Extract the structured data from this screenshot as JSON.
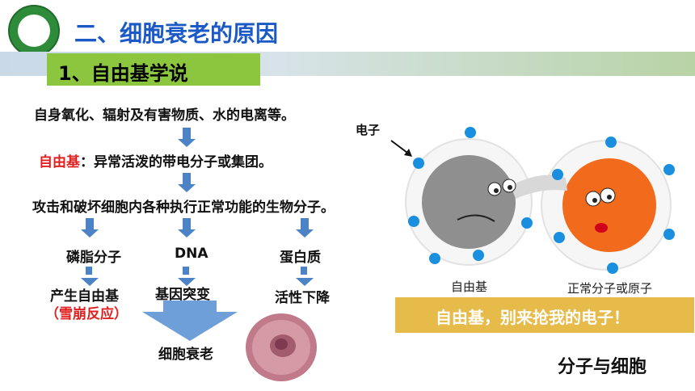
{
  "header": {
    "title": "二、细胞衰老的原因"
  },
  "subheading": "1、自由基学说",
  "flow": {
    "line1": "自身氧化、辐射及有害物质、水的电离等。",
    "line2_term": "自由基",
    "line2_rest": "：异常活泼的带电分子或集团。",
    "line3": "攻击和破坏细胞内各种执行正常功能的生物分子。",
    "targets": [
      "磷脂分子",
      "DNA",
      "蛋白质"
    ],
    "results": [
      "产生自由基",
      "基因突变",
      "活性下降"
    ],
    "note": "（雪崩反应）",
    "outcome": "细胞衰老"
  },
  "illustration": {
    "electron_label": "电子",
    "left_label": "自由基",
    "right_label": "正常分子或原子",
    "banner": "自由基，别来抢我的电子！",
    "credit": "分子与细胞"
  },
  "colors": {
    "title": "#1a59c6",
    "subhead_bg": "#8cc63f",
    "red": "#e02020",
    "arrow": "#4c82c6",
    "banner": "#e6bb4a",
    "electron": "#1a8fe0",
    "orange_atom": "#f26a1b"
  }
}
